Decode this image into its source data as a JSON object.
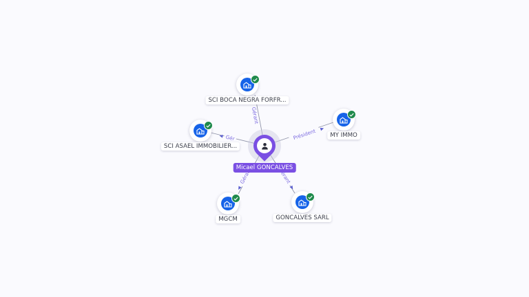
{
  "person": {
    "name": "Micael GONCALVES",
    "icon": "person-icon",
    "color": "#7a4fe3"
  },
  "companies": [
    {
      "name": "SCI BOCA NEGRA FORFR...",
      "role": "Gérant",
      "icon": "building-icon",
      "verified": true
    },
    {
      "name": "MY IMMO",
      "role": "Président",
      "icon": "building-icon",
      "verified": true
    },
    {
      "name": "SCI ASAEL IMMOBILIER...",
      "role": "Gér",
      "icon": "building-icon",
      "verified": true
    },
    {
      "name": "MGCM",
      "role": "Gérant",
      "icon": "building-icon",
      "verified": true
    },
    {
      "name": "GONCALVES SARL",
      "role": "Gérant",
      "icon": "building-icon",
      "verified": true
    }
  ],
  "colors": {
    "company_icon": "#1663e8",
    "verified_badge": "#1f8a4c",
    "edge_label": "#7b6ae0"
  }
}
